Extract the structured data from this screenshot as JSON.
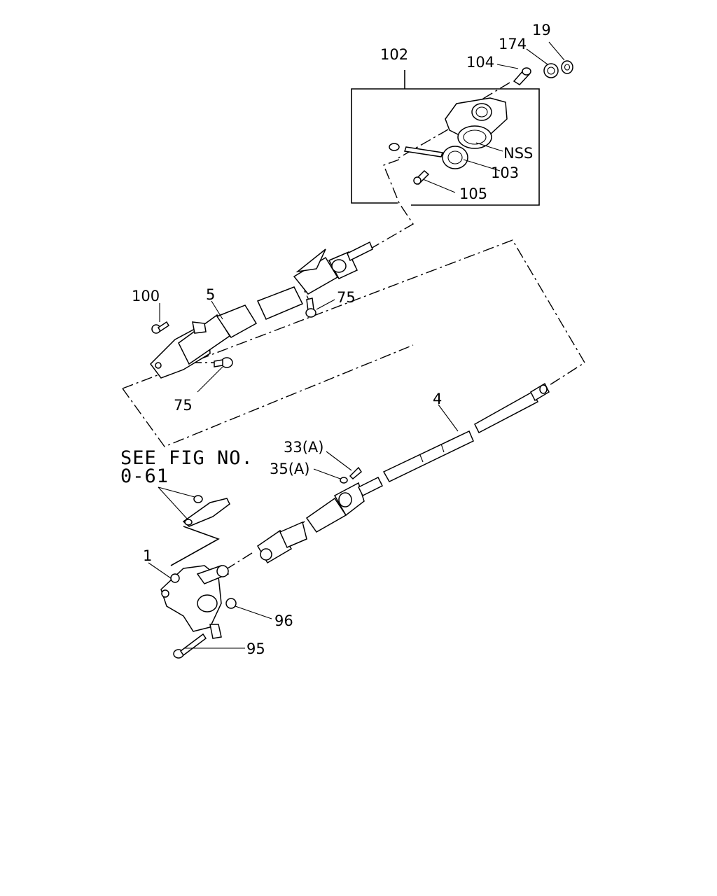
{
  "diagram": {
    "callouts": {
      "c19": "19",
      "c174": "174",
      "c102": "102",
      "c104": "104",
      "cNSS": "NSS",
      "c103": "103",
      "c105": "105",
      "c100": "100",
      "c5": "5",
      "c75a": "75",
      "c75b": "75",
      "c4": "4",
      "c33": "33(A)",
      "c35": "35(A)",
      "c1": "1",
      "c96": "96",
      "c95": "95"
    },
    "note": {
      "line1": "SEE FIG NO.",
      "line2": "0-61"
    }
  }
}
